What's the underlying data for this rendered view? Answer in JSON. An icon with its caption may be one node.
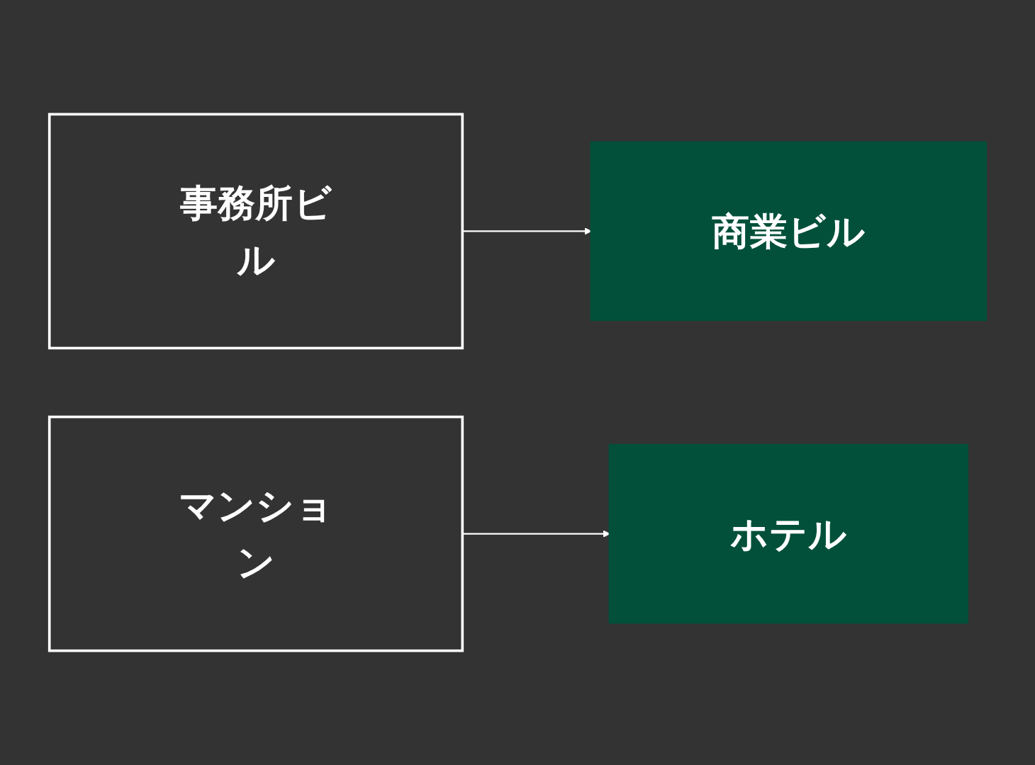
{
  "diagram": {
    "nodes": [
      {
        "text": [
          "事務所ビル"
        ]
      },
      {
        "text": [
          "商業ビル"
        ]
      },
      {
        "text": [
          "マンション"
        ]
      },
      {
        "text": [
          "ホテル"
        ]
      }
    ],
    "edges": [
      {
        "from": 0,
        "to": 1,
        "arrow": "to"
      },
      {
        "from": 2,
        "to": 3,
        "arrow": "to"
      }
    ]
  }
}
